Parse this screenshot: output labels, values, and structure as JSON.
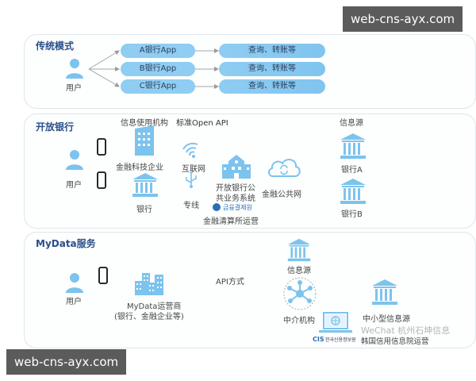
{
  "watermarks": {
    "top": "web-cns-ayx.com",
    "bottom": "web-cns-ayx.com",
    "overlay": "WeChat 杭州石坤信息"
  },
  "traditional": {
    "title": "传统模式",
    "user_label": "用户",
    "apps": [
      "A银行App",
      "B银行App",
      "C银行App"
    ],
    "services": [
      "查询、转账等",
      "查询、转账等",
      "查询、转账等"
    ]
  },
  "open_banking": {
    "title": "开放银行",
    "info_user_label": "信息使用机构",
    "standard_api_label": "标准Open API",
    "user_label": "用户",
    "fintech_label": "金融科技企业",
    "bank_label": "银行",
    "internet_label": "互联网",
    "dedicated_line_label": "专线",
    "system_label_line1": "开放银行公",
    "system_label_line2": "共业务系统",
    "kftc_logo_text": "금융결제원",
    "operator_label": "金融清算所运营",
    "public_network_label": "金融公共网",
    "info_source_label": "信息源",
    "bank_a_label": "银行A",
    "bank_b_label": "银行B"
  },
  "mydata": {
    "title": "MyData服务",
    "user_label": "用户",
    "operator_label_line1": "MyData运营商",
    "operator_label_line2": "(银行、金融企业等)",
    "api_label": "API方式",
    "info_source_label": "信息源",
    "intermediary_label": "中介机构",
    "small_source_label": "中小型信息源",
    "cis_logo_text": "CIS",
    "cis_korean": "한국신용정보원",
    "cis_operator_label": "韩国信用信息院运营"
  },
  "colors": {
    "icon_blue": "#7cc3ee",
    "pill_blue": "#8fcdf2",
    "title_navy": "#2a4f8a",
    "arrow_gray": "#9a9a9a",
    "panel_border": "#dfe6ea",
    "watermark_bg": "#5b5b5b"
  }
}
